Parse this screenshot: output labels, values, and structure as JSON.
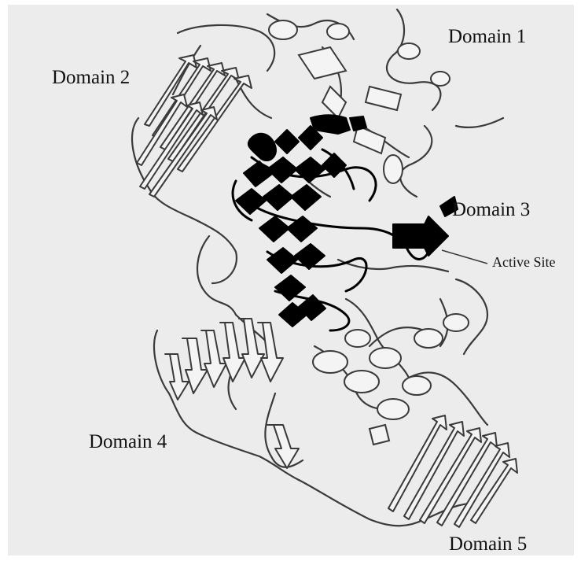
{
  "figure": {
    "background_color": "#ececec",
    "ribbon_color": "#3a3a3a",
    "highlight_color": "#000000",
    "sheet_fill": "#f4f4f4"
  },
  "labels": {
    "domain1": "Domain 1",
    "domain2": "Domain 2",
    "domain3": "Domain 3",
    "domain4": "Domain 4",
    "domain5": "Domain 5",
    "active_site": "Active Site"
  }
}
